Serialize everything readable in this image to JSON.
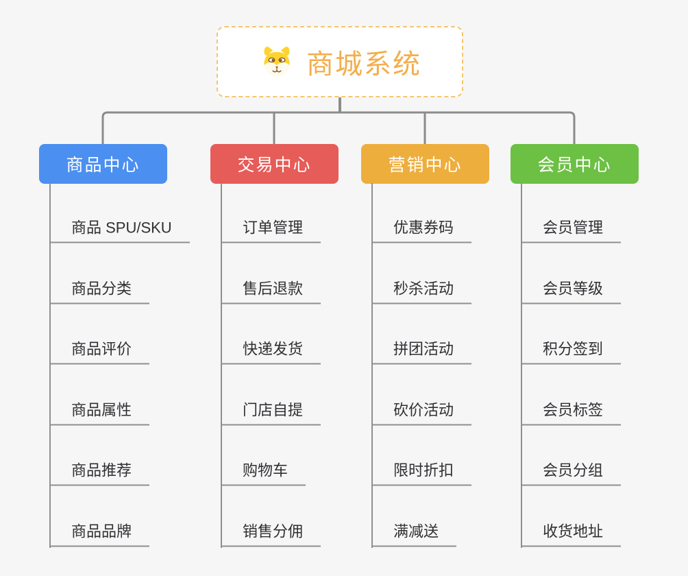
{
  "page": {
    "background_color": "#f6f6f6",
    "connector_color": "#8b8b8b"
  },
  "root": {
    "label": "商城系统",
    "icon": "dog-face-icon",
    "text_color": "#f2ae4d",
    "border_color": "#f6c46f"
  },
  "branches": [
    {
      "label": "商品中心",
      "color": "#4b8ff0",
      "items": [
        "商品 SPU/SKU",
        "商品分类",
        "商品评价",
        "商品属性",
        "商品推荐",
        "商品品牌"
      ]
    },
    {
      "label": "交易中心",
      "color": "#e65c58",
      "items": [
        "订单管理",
        "售后退款",
        "快递发货",
        "门店自提",
        "购物车",
        "销售分佣"
      ]
    },
    {
      "label": "营销中心",
      "color": "#edae3d",
      "items": [
        "优惠券码",
        "秒杀活动",
        "拼团活动",
        "砍价活动",
        "限时折扣",
        "满减送"
      ]
    },
    {
      "label": "会员中心",
      "color": "#6cc044",
      "items": [
        "会员管理",
        "会员等级",
        "积分签到",
        "会员标签",
        "会员分组",
        "收货地址"
      ]
    }
  ]
}
